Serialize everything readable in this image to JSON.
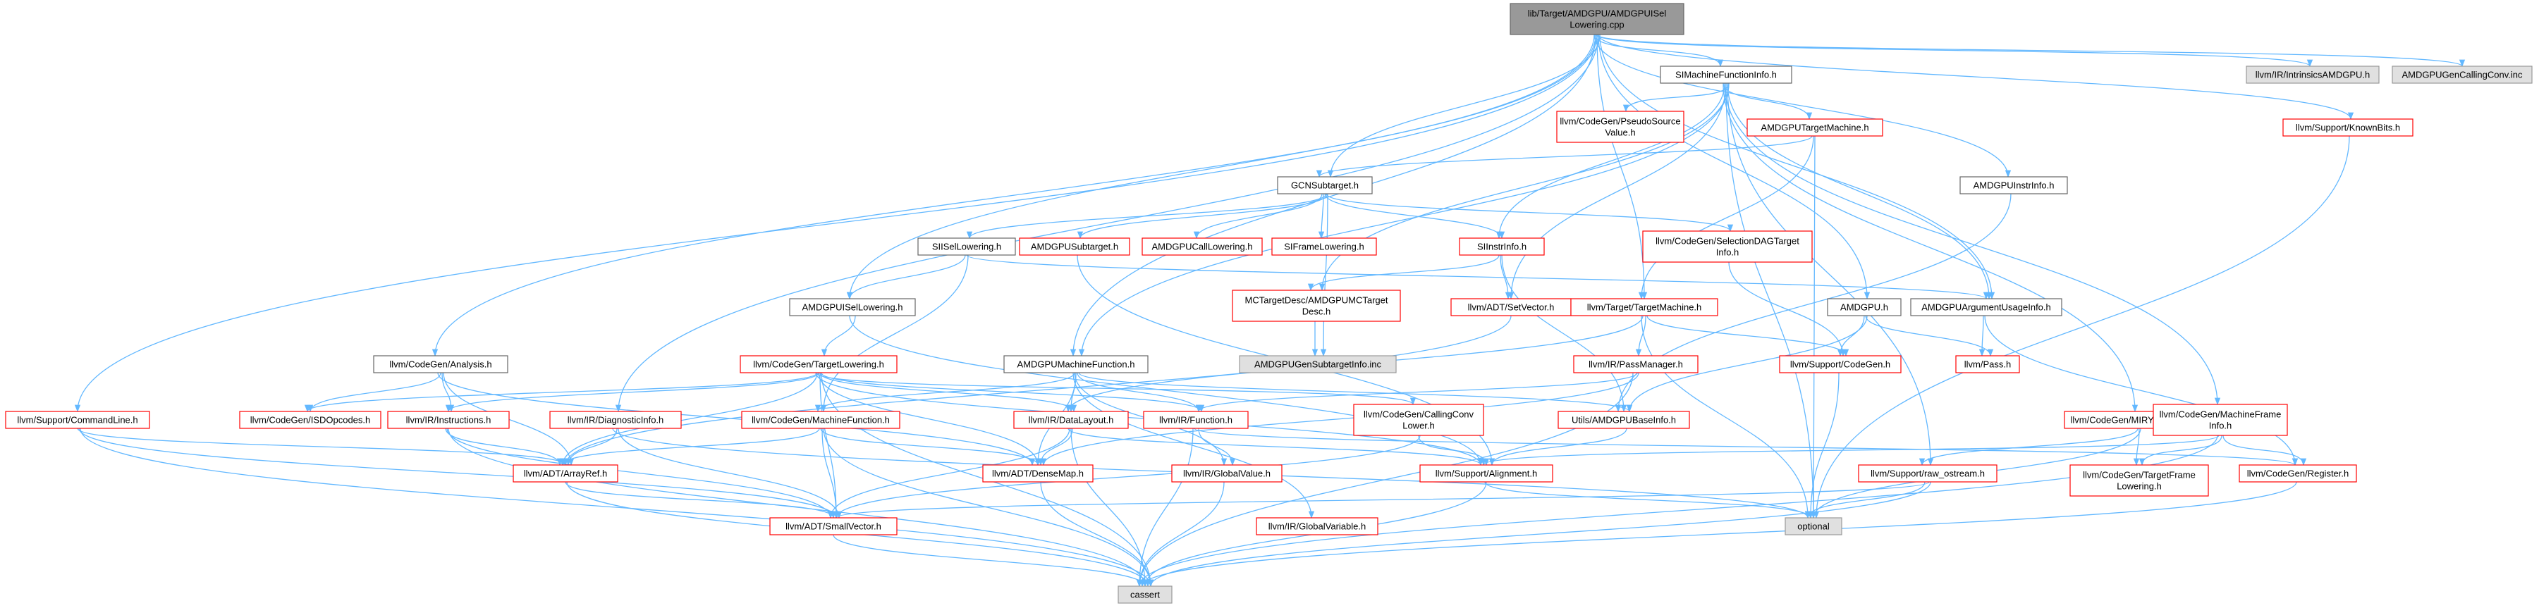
{
  "colors": {
    "edge": "#63b8ff",
    "red_border": "#ff0000",
    "grey_border": "#999999",
    "black_border": "#666666",
    "root_fill": "#999999",
    "grey_fill": "#e0e0e0",
    "white_fill": "#ffffff"
  },
  "diagram": {
    "root": "n0",
    "nodes": [
      {
        "id": "n0",
        "lines": [
          "lib/Target/AMDGPU/AMDGPUISel",
          "Lowering.cpp"
        ],
        "style": "root"
      },
      {
        "id": "n1",
        "lines": [
          "SIMachineFunctionInfo.h"
        ],
        "style": "black"
      },
      {
        "id": "n2",
        "lines": [
          "llvm/IR/IntrinsicsAMDGPU.h"
        ],
        "style": "grey"
      },
      {
        "id": "n3",
        "lines": [
          "AMDGPUGenCallingConv.inc"
        ],
        "style": "grey"
      },
      {
        "id": "n4",
        "lines": [
          "llvm/CodeGen/PseudoSource",
          "Value.h"
        ],
        "style": "red"
      },
      {
        "id": "n5",
        "lines": [
          "AMDGPUTargetMachine.h"
        ],
        "style": "red"
      },
      {
        "id": "n6",
        "lines": [
          "llvm/Support/KnownBits.h"
        ],
        "style": "red"
      },
      {
        "id": "n7",
        "lines": [
          "GCNSubtarget.h"
        ],
        "style": "black"
      },
      {
        "id": "n8",
        "lines": [
          "AMDGPUInstrInfo.h"
        ],
        "style": "black"
      },
      {
        "id": "n9",
        "lines": [
          "SIISelLowering.h"
        ],
        "style": "black"
      },
      {
        "id": "n10",
        "lines": [
          "AMDGPUSubtarget.h"
        ],
        "style": "red"
      },
      {
        "id": "n11",
        "lines": [
          "AMDGPUCallLowering.h"
        ],
        "style": "red"
      },
      {
        "id": "n12",
        "lines": [
          "SIFrameLowering.h"
        ],
        "style": "red"
      },
      {
        "id": "n13",
        "lines": [
          "SIInstrInfo.h"
        ],
        "style": "red"
      },
      {
        "id": "n14",
        "lines": [
          "llvm/CodeGen/SelectionDAGTarget",
          "Info.h"
        ],
        "style": "red"
      },
      {
        "id": "n15",
        "lines": [
          "AMDGPUISelLowering.h"
        ],
        "style": "black"
      },
      {
        "id": "n16",
        "lines": [
          "MCTargetDesc/AMDGPUMCTarget",
          "Desc.h"
        ],
        "style": "red"
      },
      {
        "id": "n17",
        "lines": [
          "llvm/ADT/SetVector.h"
        ],
        "style": "red"
      },
      {
        "id": "n18",
        "lines": [
          "llvm/Target/TargetMachine.h"
        ],
        "style": "red"
      },
      {
        "id": "n19",
        "lines": [
          "AMDGPU.h"
        ],
        "style": "black"
      },
      {
        "id": "n20",
        "lines": [
          "AMDGPUArgumentUsageInfo.h"
        ],
        "style": "black"
      },
      {
        "id": "n21",
        "lines": [
          "AMDGPUGenSubtargetInfo.inc"
        ],
        "style": "grey"
      },
      {
        "id": "n22",
        "lines": [
          "llvm/CodeGen/Analysis.h"
        ],
        "style": "black"
      },
      {
        "id": "n23",
        "lines": [
          "llvm/CodeGen/TargetLowering.h"
        ],
        "style": "red"
      },
      {
        "id": "n24",
        "lines": [
          "AMDGPUMachineFunction.h"
        ],
        "style": "black"
      },
      {
        "id": "n25",
        "lines": [
          "llvm/IR/PassManager.h"
        ],
        "style": "red"
      },
      {
        "id": "n26",
        "lines": [
          "llvm/Support/CodeGen.h"
        ],
        "style": "red"
      },
      {
        "id": "n27",
        "lines": [
          "llvm/Pass.h"
        ],
        "style": "red"
      },
      {
        "id": "n28",
        "lines": [
          "llvm/Support/CommandLine.h"
        ],
        "style": "red"
      },
      {
        "id": "n29",
        "lines": [
          "llvm/CodeGen/ISDOpcodes.h"
        ],
        "style": "red"
      },
      {
        "id": "n30",
        "lines": [
          "llvm/IR/Instructions.h"
        ],
        "style": "red"
      },
      {
        "id": "n31",
        "lines": [
          "llvm/IR/DiagnosticInfo.h"
        ],
        "style": "red"
      },
      {
        "id": "n32",
        "lines": [
          "llvm/CodeGen/MachineFunction.h"
        ],
        "style": "red"
      },
      {
        "id": "n33",
        "lines": [
          "llvm/IR/DataLayout.h"
        ],
        "style": "red"
      },
      {
        "id": "n34",
        "lines": [
          "llvm/IR/Function.h"
        ],
        "style": "red"
      },
      {
        "id": "n35",
        "lines": [
          "llvm/CodeGen/CallingConv",
          "Lower.h"
        ],
        "style": "red"
      },
      {
        "id": "n36",
        "lines": [
          "Utils/AMDGPUBaseInfo.h"
        ],
        "style": "red"
      },
      {
        "id": "n37",
        "lines": [
          "llvm/CodeGen/MIRYamlMapping.h"
        ],
        "style": "red"
      },
      {
        "id": "n38",
        "lines": [
          "llvm/CodeGen/MachineFrame",
          "Info.h"
        ],
        "style": "red"
      },
      {
        "id": "n39",
        "lines": [
          "llvm/ADT/ArrayRef.h"
        ],
        "style": "red"
      },
      {
        "id": "n40",
        "lines": [
          "llvm/ADT/DenseMap.h"
        ],
        "style": "red"
      },
      {
        "id": "n41",
        "lines": [
          "llvm/IR/GlobalValue.h"
        ],
        "style": "red"
      },
      {
        "id": "n42",
        "lines": [
          "llvm/Support/Alignment.h"
        ],
        "style": "red"
      },
      {
        "id": "n43",
        "lines": [
          "llvm/Support/raw_ostream.h"
        ],
        "style": "red"
      },
      {
        "id": "n44",
        "lines": [
          "llvm/CodeGen/TargetFrame",
          "Lowering.h"
        ],
        "style": "red"
      },
      {
        "id": "n45",
        "lines": [
          "llvm/CodeGen/Register.h"
        ],
        "style": "red"
      },
      {
        "id": "n46",
        "lines": [
          "optional"
        ],
        "style": "grey"
      },
      {
        "id": "n47",
        "lines": [
          "llvm/ADT/SmallVector.h"
        ],
        "style": "red"
      },
      {
        "id": "n48",
        "lines": [
          "llvm/IR/GlobalVariable.h"
        ],
        "style": "red"
      },
      {
        "id": "n49",
        "lines": [
          "cassert"
        ],
        "style": "grey"
      }
    ],
    "edges": [
      [
        "n0",
        "n1"
      ],
      [
        "n0",
        "n2"
      ],
      [
        "n0",
        "n3"
      ],
      [
        "n0",
        "n6"
      ],
      [
        "n0",
        "n7"
      ],
      [
        "n0",
        "n8"
      ],
      [
        "n0",
        "n15"
      ],
      [
        "n0",
        "n18"
      ],
      [
        "n0",
        "n19"
      ],
      [
        "n0",
        "n20"
      ],
      [
        "n0",
        "n22"
      ],
      [
        "n0",
        "n24"
      ],
      [
        "n0",
        "n28"
      ],
      [
        "n0",
        "n31"
      ],
      [
        "n1",
        "n4"
      ],
      [
        "n1",
        "n5"
      ],
      [
        "n1",
        "n13"
      ],
      [
        "n1",
        "n17"
      ],
      [
        "n1",
        "n20"
      ],
      [
        "n1",
        "n24"
      ],
      [
        "n1",
        "n37"
      ],
      [
        "n1",
        "n38"
      ],
      [
        "n1",
        "n46"
      ],
      [
        "n1",
        "n43"
      ],
      [
        "n1",
        "n16"
      ],
      [
        "n5",
        "n7"
      ],
      [
        "n5",
        "n18"
      ],
      [
        "n5",
        "n46"
      ],
      [
        "n7",
        "n9"
      ],
      [
        "n7",
        "n10"
      ],
      [
        "n7",
        "n11"
      ],
      [
        "n7",
        "n12"
      ],
      [
        "n7",
        "n13"
      ],
      [
        "n7",
        "n14"
      ],
      [
        "n7",
        "n21"
      ],
      [
        "n8",
        "n36"
      ],
      [
        "n9",
        "n15"
      ],
      [
        "n9",
        "n20"
      ],
      [
        "n9",
        "n32"
      ],
      [
        "n10",
        "n42"
      ],
      [
        "n13",
        "n16"
      ],
      [
        "n13",
        "n17"
      ],
      [
        "n13",
        "n36"
      ],
      [
        "n14",
        "n26"
      ],
      [
        "n15",
        "n23"
      ],
      [
        "n15",
        "n42"
      ],
      [
        "n16",
        "n21"
      ],
      [
        "n17",
        "n39"
      ],
      [
        "n18",
        "n25"
      ],
      [
        "n18",
        "n26"
      ],
      [
        "n18",
        "n46"
      ],
      [
        "n18",
        "n33"
      ],
      [
        "n19",
        "n26"
      ],
      [
        "n19",
        "n27"
      ],
      [
        "n19",
        "n36"
      ],
      [
        "n20",
        "n27"
      ],
      [
        "n20",
        "n45"
      ],
      [
        "n22",
        "n29"
      ],
      [
        "n22",
        "n30"
      ],
      [
        "n22",
        "n39"
      ],
      [
        "n22",
        "n40"
      ],
      [
        "n23",
        "n29"
      ],
      [
        "n23",
        "n30"
      ],
      [
        "n23",
        "n33"
      ],
      [
        "n23",
        "n34"
      ],
      [
        "n23",
        "n35"
      ],
      [
        "n23",
        "n39"
      ],
      [
        "n23",
        "n40"
      ],
      [
        "n23",
        "n47"
      ],
      [
        "n23",
        "n49"
      ],
      [
        "n23",
        "n42"
      ],
      [
        "n24",
        "n32"
      ],
      [
        "n24",
        "n33"
      ],
      [
        "n24",
        "n34"
      ],
      [
        "n24",
        "n36"
      ],
      [
        "n24",
        "n48"
      ],
      [
        "n24",
        "n41"
      ],
      [
        "n24",
        "n40"
      ],
      [
        "n25",
        "n34"
      ],
      [
        "n25",
        "n40"
      ],
      [
        "n25",
        "n49"
      ],
      [
        "n26",
        "n46"
      ],
      [
        "n28",
        "n39"
      ],
      [
        "n28",
        "n47"
      ],
      [
        "n28",
        "n49"
      ],
      [
        "n30",
        "n39"
      ],
      [
        "n30",
        "n47"
      ],
      [
        "n30",
        "n49"
      ],
      [
        "n31",
        "n39"
      ],
      [
        "n31",
        "n47"
      ],
      [
        "n31",
        "n46"
      ],
      [
        "n32",
        "n39"
      ],
      [
        "n32",
        "n40"
      ],
      [
        "n32",
        "n47"
      ],
      [
        "n32",
        "n49"
      ],
      [
        "n33",
        "n42"
      ],
      [
        "n33",
        "n47"
      ],
      [
        "n33",
        "n49"
      ],
      [
        "n33",
        "n40"
      ],
      [
        "n34",
        "n41"
      ],
      [
        "n34",
        "n49"
      ],
      [
        "n34",
        "n45"
      ],
      [
        "n35",
        "n42"
      ],
      [
        "n35",
        "n47"
      ],
      [
        "n36",
        "n42"
      ],
      [
        "n37",
        "n43"
      ],
      [
        "n37",
        "n44"
      ],
      [
        "n37",
        "n46"
      ],
      [
        "n38",
        "n44"
      ],
      [
        "n38",
        "n45"
      ],
      [
        "n38",
        "n49"
      ],
      [
        "n38",
        "n42"
      ],
      [
        "n39",
        "n47"
      ],
      [
        "n39",
        "n49"
      ],
      [
        "n40",
        "n49"
      ],
      [
        "n41",
        "n49"
      ],
      [
        "n42",
        "n46"
      ],
      [
        "n42",
        "n49"
      ],
      [
        "n43",
        "n47"
      ],
      [
        "n43",
        "n49"
      ],
      [
        "n43",
        "n46"
      ],
      [
        "n45",
        "n49"
      ],
      [
        "n47",
        "n49"
      ],
      [
        "n6",
        "n46"
      ]
    ]
  }
}
